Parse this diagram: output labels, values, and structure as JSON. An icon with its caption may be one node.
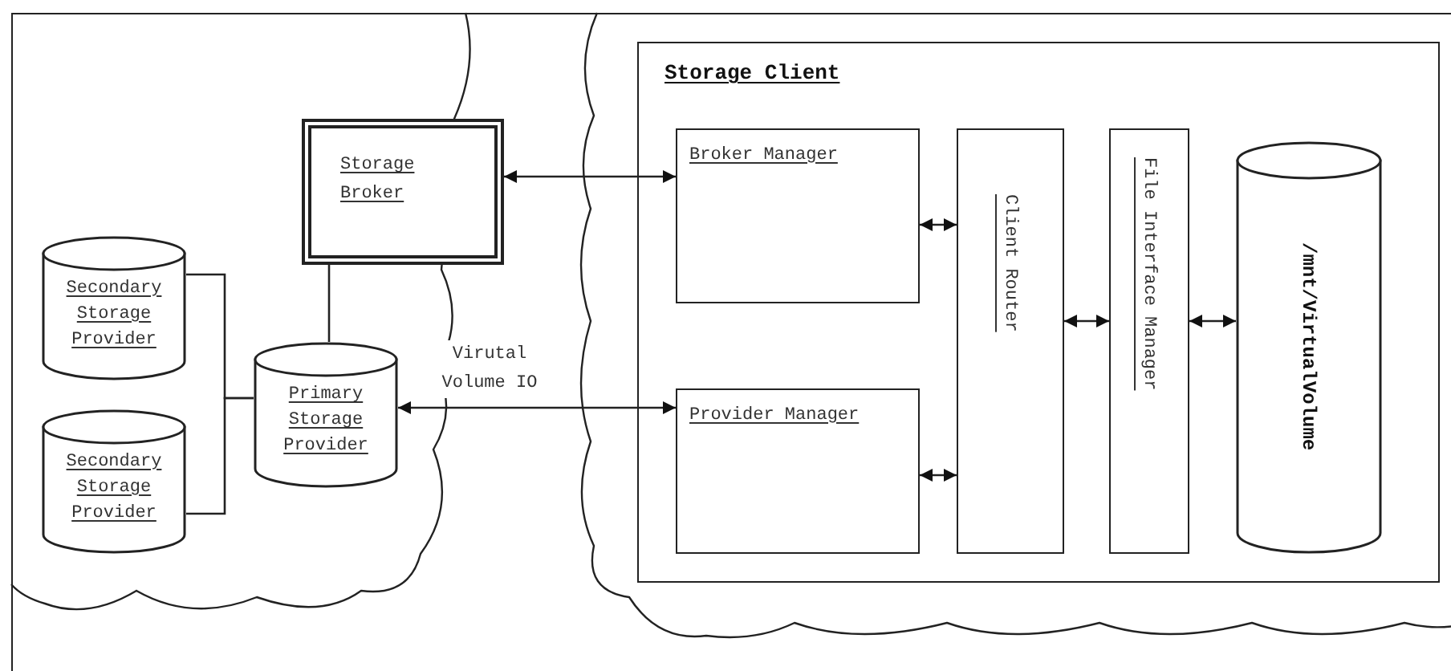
{
  "diagram": {
    "nodes": [
      {
        "text": [
          "Storage Broker"
        ]
      },
      {
        "text": [
          "Secondary Storage Provider"
        ]
      },
      {
        "text": [
          "Secondary Storage Provider"
        ]
      },
      {
        "text": [
          "Primary Storage Provider"
        ]
      },
      {
        "text": [
          "Storage Client"
        ]
      },
      {
        "text": [
          "Broker Manager"
        ],
        "in": 4
      },
      {
        "text": [
          "Provider Manager"
        ],
        "in": 4
      },
      {
        "text": [
          "Client Router"
        ],
        "in": 4
      },
      {
        "text": [
          "File Interface Manager"
        ],
        "in": 4
      },
      {
        "text": [
          "/mnt/VirtualVolume"
        ],
        "in": 4
      }
    ],
    "edges": [
      {
        "from": 5,
        "to": 0,
        "arrow": "both"
      },
      {
        "from": 6,
        "to": 3,
        "arrow": "both",
        "label": "Virutal Volume IO"
      },
      {
        "from": 0,
        "to": 3,
        "arrow": "none"
      },
      {
        "from": 1,
        "to": 3,
        "arrow": "none"
      },
      {
        "from": 2,
        "to": 3,
        "arrow": "none"
      },
      {
        "from": 5,
        "to": 7,
        "arrow": "both"
      },
      {
        "from": 6,
        "to": 7,
        "arrow": "both"
      },
      {
        "from": 7,
        "to": 8,
        "arrow": "both"
      },
      {
        "from": 8,
        "to": 9,
        "arrow": "both"
      }
    ]
  }
}
